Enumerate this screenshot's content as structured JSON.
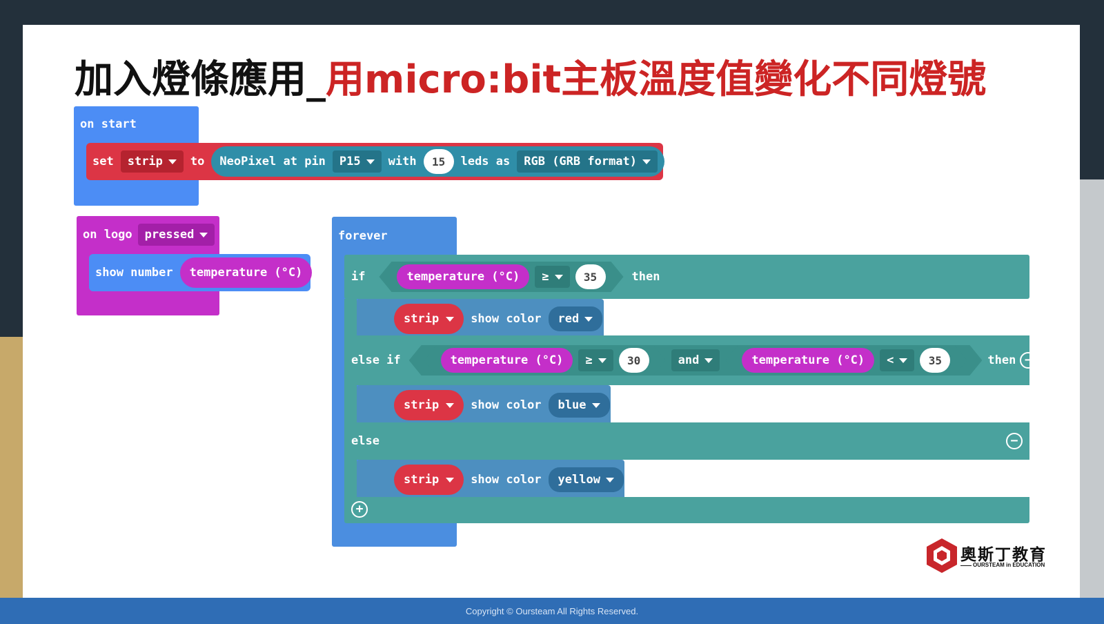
{
  "slide": {
    "title_part1": "加入燈條應用_",
    "title_part2": "用micro:bit主板溫度值變化不同燈號",
    "copyright": "Copyright © Oursteam All Rights Reserved."
  },
  "logo": {
    "name": "奧斯丁教育",
    "tagline": "OURSTEAM in EDUCATION"
  },
  "on_start": {
    "hat_label": "on start",
    "set_label": "set",
    "var_name": "strip",
    "to_label": "to",
    "neopixel_label": "NeoPixel at pin",
    "pin": "P15",
    "with_label": "with",
    "leds": "15",
    "leds_as_label": "leds as",
    "format": "RGB (GRB format)"
  },
  "on_logo": {
    "on_label": "on logo",
    "event": "pressed",
    "show_number_label": "show number",
    "sensor": "temperature (°C)"
  },
  "forever": {
    "hat_label": "forever",
    "if_label": "if",
    "then_label": "then",
    "else_if_label": "else if",
    "else_label": "else",
    "and_label": "and",
    "cond1": {
      "sensor": "temperature (°C)",
      "op": "≥",
      "value": "35"
    },
    "branch1": {
      "var": "strip",
      "action": "show color",
      "color": "red"
    },
    "cond2a": {
      "sensor": "temperature (°C)",
      "op": "≥",
      "value": "30"
    },
    "cond2b": {
      "sensor": "temperature (°C)",
      "op": "<",
      "value": "35"
    },
    "branch2": {
      "var": "strip",
      "action": "show color",
      "color": "blue"
    },
    "branch3": {
      "var": "strip",
      "action": "show color",
      "color": "yellow"
    }
  },
  "colors": {
    "event_blue": "#4c97ff",
    "variable_red": "#dc3545",
    "neopixel_teal": "#2e8ca3",
    "input_magenta": "#c42fc9",
    "logic_teal": "#4aa29e",
    "loop_blue": "#4b8ee0",
    "title_red": "#cc2424"
  }
}
